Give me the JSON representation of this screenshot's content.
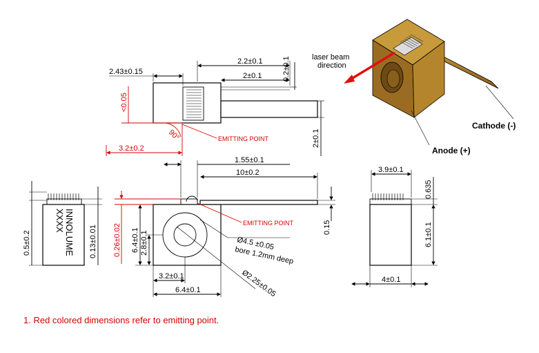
{
  "dimensions": {
    "top_view": {
      "d1": "2.2±0.1",
      "d2": "2±0.1",
      "d3": "0.2±0.1",
      "d4": "2.43±0.15",
      "d5": "<0.05",
      "d6": "90°",
      "d7": "3.2±0.2",
      "d8": "2±0.1",
      "emitting_point": "EMITTING POINT"
    },
    "front_view": {
      "d1": "1.55±0.1",
      "d2": "10±0.2",
      "d3": "0.26±0.02",
      "d4": "6.4±0.1",
      "d5": "2.8±0.1",
      "d6": "Ø4.5 ±0.05",
      "d7": "bore 1.2mm deep",
      "d8": "Ø2.25±0.05",
      "d9": "3.2±0.1",
      "d10": "6.4±0.1",
      "d11": "0.15",
      "emitting_point": "EMITTING POINT"
    },
    "left_view": {
      "d1": "0.5±0.2",
      "d2": "0.13±0.01",
      "marking1": "INNOLUME",
      "marking2": "XXXX"
    },
    "right_view": {
      "d1": "3.9±0.1",
      "d2": "0.635",
      "d3": "6.1±0.1",
      "d4": "4±0.1"
    }
  },
  "labels": {
    "laser_beam": "laser beam",
    "direction": "direction",
    "cathode": "Cathode (-)",
    "anode": "Anode (+)"
  },
  "note": "1. Red colored dimensions refer to emitting point.",
  "colors": {
    "dimension_red": "#d40000",
    "package_gold": "#a87a2a",
    "beam_red": "#e01010"
  }
}
